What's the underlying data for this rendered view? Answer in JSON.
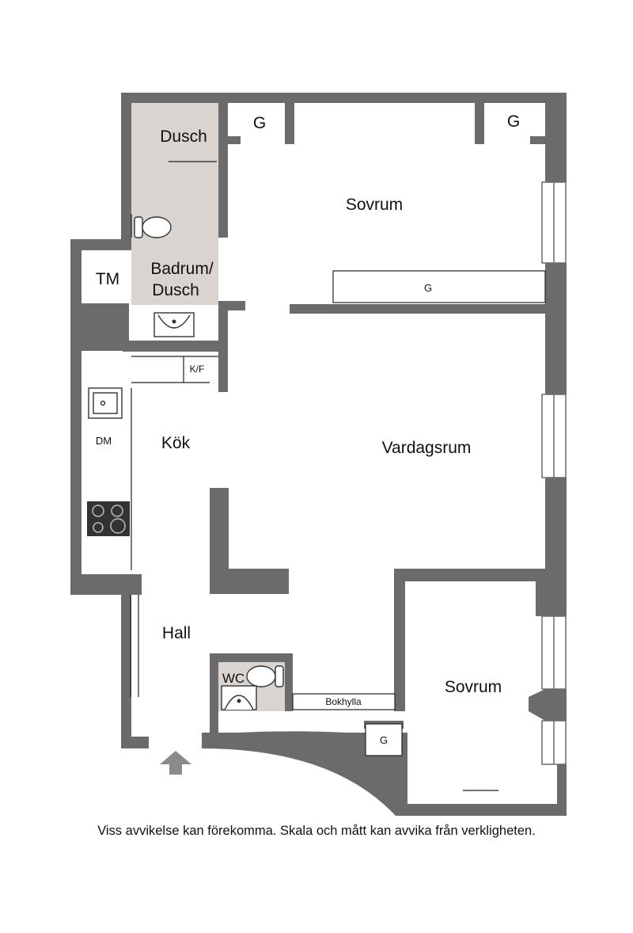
{
  "rooms": {
    "dusch": "Dusch",
    "badrum_line1": "Badrum/",
    "badrum_line2": "Dusch",
    "tm": "TM",
    "kf": "K/F",
    "dm": "DM",
    "kok": "Kök",
    "sovrum_top": "Sovrum",
    "vardagsrum": "Vardagsrum",
    "hall": "Hall",
    "wc": "WC",
    "bokhylla": "Bokhylla",
    "sovrum_bottom": "Sovrum"
  },
  "storage": {
    "g1": "G",
    "g2": "G",
    "g3": "G",
    "g4": "G"
  },
  "caption": "Viss avvikelse kan förekomma. Skala och mått kan avvika från verkligheten.",
  "colors": {
    "wall": "#6b6b6b",
    "wet_room": "#d9d4cf",
    "background": "#ffffff",
    "entry_arrow": "#8a8a8a"
  },
  "icons": [
    "toilet-icon",
    "sink-icon",
    "dishwasher-icon",
    "stove-icon",
    "entry-arrow-icon",
    "window-icon"
  ]
}
